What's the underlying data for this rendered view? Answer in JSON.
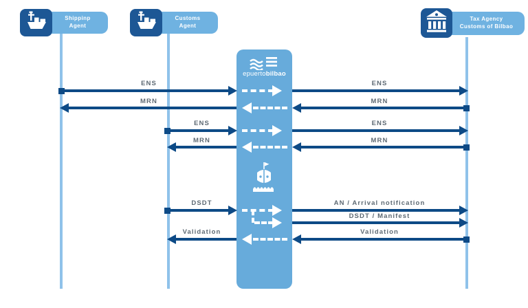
{
  "actors": {
    "shipping": {
      "line1": "Shippinp",
      "line2": "Agent",
      "icon": "ship-icon"
    },
    "customs": {
      "line1": "Customs",
      "line2": "Agent",
      "icon": "ship-icon"
    },
    "tax": {
      "line1": "Tax Agency",
      "line2": "Customs of Bilbao",
      "icon": "bank-icon"
    }
  },
  "hub": {
    "brand_light": "epuerto",
    "brand_bold": "bilbao",
    "logo": "waves-and-bars-icon",
    "center_icon": "ship-bow-icon"
  },
  "messages": {
    "ens1_left": "ENS",
    "ens1_right": "ENS",
    "mrn1_left": "MRN",
    "mrn1_right": "MRN",
    "ens2_left": "ENS",
    "ens2_right": "ENS",
    "mrn2_left": "MRN",
    "mrn2_right": "MRN",
    "dsdt_left": "DSDT",
    "an_right": "AN / Arrival notification",
    "dsdt_manifest_right": "DSDT / Manifest",
    "validation_left": "Validation",
    "validation_right": "Validation"
  },
  "colors": {
    "arrow": "#0d4a86",
    "hub": "#67abdb",
    "actorbox": "#6fb2e1",
    "iconbox": "#1d5795",
    "lifeline": "#8fc2ea",
    "lbl": "#5e6a74"
  }
}
